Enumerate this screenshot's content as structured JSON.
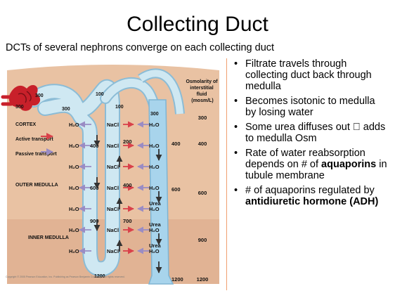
{
  "slide": {
    "title": "Collecting Duct",
    "subtitle": "DCTs of several nephrons converge on each collecting duct"
  },
  "bullets": [
    {
      "parts": [
        {
          "t": "Filtrate travels through collecting duct back through medulla",
          "b": false
        }
      ]
    },
    {
      "parts": [
        {
          "t": "Becomes isotonic to medulla by losing water",
          "b": false
        }
      ]
    },
    {
      "parts": [
        {
          "t": "Some urea diffuses out  adds to medulla Osm",
          "b": false
        }
      ]
    },
    {
      "parts": [
        {
          "t": "Rate of water reabsorption depends on # of ",
          "b": false
        },
        {
          "t": "aquaporins",
          "b": true
        },
        {
          "t": " in tubule membrane",
          "b": false
        }
      ]
    },
    {
      "parts": [
        {
          "t": "# of aquaporins regulated by ",
          "b": false
        },
        {
          "t": "antidiuretic hormone (ADH)",
          "b": true
        }
      ]
    }
  ],
  "figure": {
    "osm_header": [
      "Osmolarity of",
      "interstitial",
      "fluid",
      "(mosm/L)"
    ],
    "osm_scale": [
      "300",
      "400",
      "600",
      "900",
      "1200"
    ],
    "zones": [
      "CORTEX",
      "OUTER MEDULLA",
      "INNER MEDULLA"
    ],
    "legend": {
      "active": "Active transport",
      "passive": "Passive transport"
    },
    "water": "H₂O",
    "salt": "NaCl",
    "urea": "Urea",
    "glomerulus_value": "300",
    "cortex_top_values": [
      "300",
      "300",
      "100",
      "100"
    ],
    "descending_values": [
      "400",
      "600",
      "900"
    ],
    "ascending_values": [
      "200",
      "400",
      "700"
    ],
    "loop_bottom_value": "1200",
    "dct_value": "300",
    "duct_values": [
      "400",
      "600",
      "1200"
    ],
    "colors": {
      "interstitium": "#e9c2a3",
      "tubule": "#cfe8f2",
      "duct": "#a8d4ec",
      "salt_arrow": "#d9414a",
      "water_arrow": "#9a8cc4",
      "blood": "#c8202a"
    }
  },
  "copyright": "Copyright © 2005 Pearson Education, Inc. Publishing as Pearson Benjamin Cummings. All rights reserved."
}
